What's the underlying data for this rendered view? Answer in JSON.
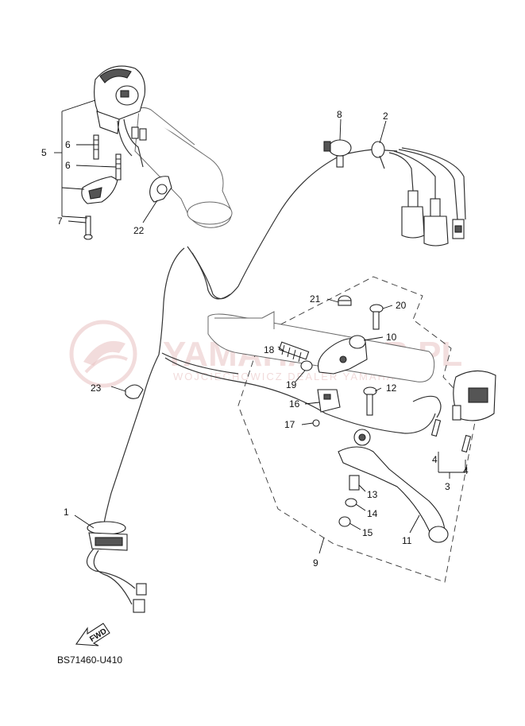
{
  "diagram_code": "BS71460-U410",
  "fwd_label": "FWD",
  "watermark": {
    "brand": "YAMAHAKLER.PL",
    "sub": "WOJCIECHOWICZ DEALER YAMAHA"
  },
  "callouts": {
    "c1": "1",
    "c2": "2",
    "c3": "3",
    "c4a": "4",
    "c4b": "4",
    "c5": "5",
    "c6a": "6",
    "c6b": "6",
    "c7": "7",
    "c8": "8",
    "c9": "9",
    "c10": "10",
    "c11": "11",
    "c12": "12",
    "c13": "13",
    "c14": "14",
    "c15": "15",
    "c16": "16",
    "c17": "17",
    "c18": "18",
    "c19": "19",
    "c20": "20",
    "c21": "21",
    "c22": "22",
    "c23": "23"
  },
  "colors": {
    "line": "#222222",
    "watermark": "#e9c4c4"
  }
}
